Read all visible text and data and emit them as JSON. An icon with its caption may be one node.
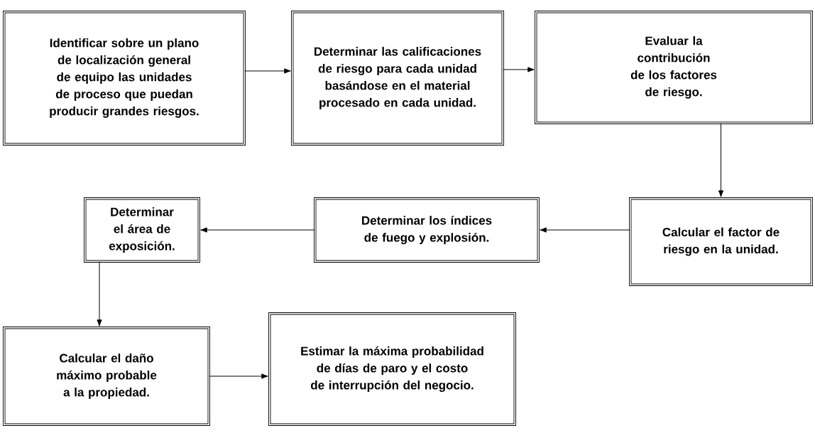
{
  "diagram": {
    "nodes": [
      {
        "text": [
          "Identificar sobre un plano de localización general de equipo las unidades de proceso que puedan producir grandes riesgos."
        ]
      },
      {
        "text": [
          "Determinar las calificaciones de riesgo para cada unidad basándose en el material procesado en cada unidad."
        ]
      },
      {
        "text": [
          "Evaluar la contribución de los factores de riesgo."
        ]
      },
      {
        "text": [
          "Calcular el factor de riesgo en la unidad."
        ]
      },
      {
        "text": [
          "Determinar los índices de fuego y explosión."
        ]
      },
      {
        "text": [
          "Determinar el área de exposición."
        ]
      },
      {
        "text": [
          "Calcular el daño máximo probable a la propiedad."
        ]
      },
      {
        "text": [
          "Estimar la máxima probabilidad de días de paro y el costo de interrupción del negocio."
        ]
      }
    ],
    "edges": [
      {
        "from": 0,
        "to": 1,
        "arrow": "to"
      },
      {
        "from": 1,
        "to": 2,
        "arrow": "to"
      },
      {
        "from": 2,
        "to": 3,
        "arrow": "to"
      },
      {
        "from": 3,
        "to": 4,
        "arrow": "to"
      },
      {
        "from": 4,
        "to": 5,
        "arrow": "to"
      },
      {
        "from": 5,
        "to": 6,
        "arrow": "to"
      },
      {
        "from": 6,
        "to": 7,
        "arrow": "to"
      }
    ]
  }
}
